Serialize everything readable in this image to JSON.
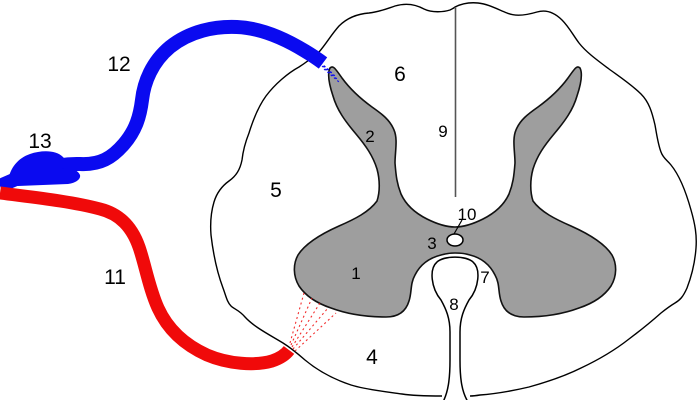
{
  "figure": {
    "kind": "anatomical diagram",
    "subject": "spinal cord cross-section with dorsal (blue) and ventral (red) nerve roots",
    "background": "#ffffff",
    "colors": {
      "outline": "#000000",
      "gray_matter": "#9e9e9e",
      "sensory_fiber_blue": "#0a0af0",
      "motor_fiber_red": "#f00a0a",
      "label_text": "#000000",
      "white_matter": "#ffffff"
    },
    "labels": {
      "n1": "1",
      "n2": "2",
      "n3": "3",
      "n4": "4",
      "n5": "5",
      "n6": "6",
      "n7": "7",
      "n8": "8",
      "n9": "9",
      "n10": "10",
      "n11": "11",
      "n12": "12",
      "n13": "13"
    }
  }
}
